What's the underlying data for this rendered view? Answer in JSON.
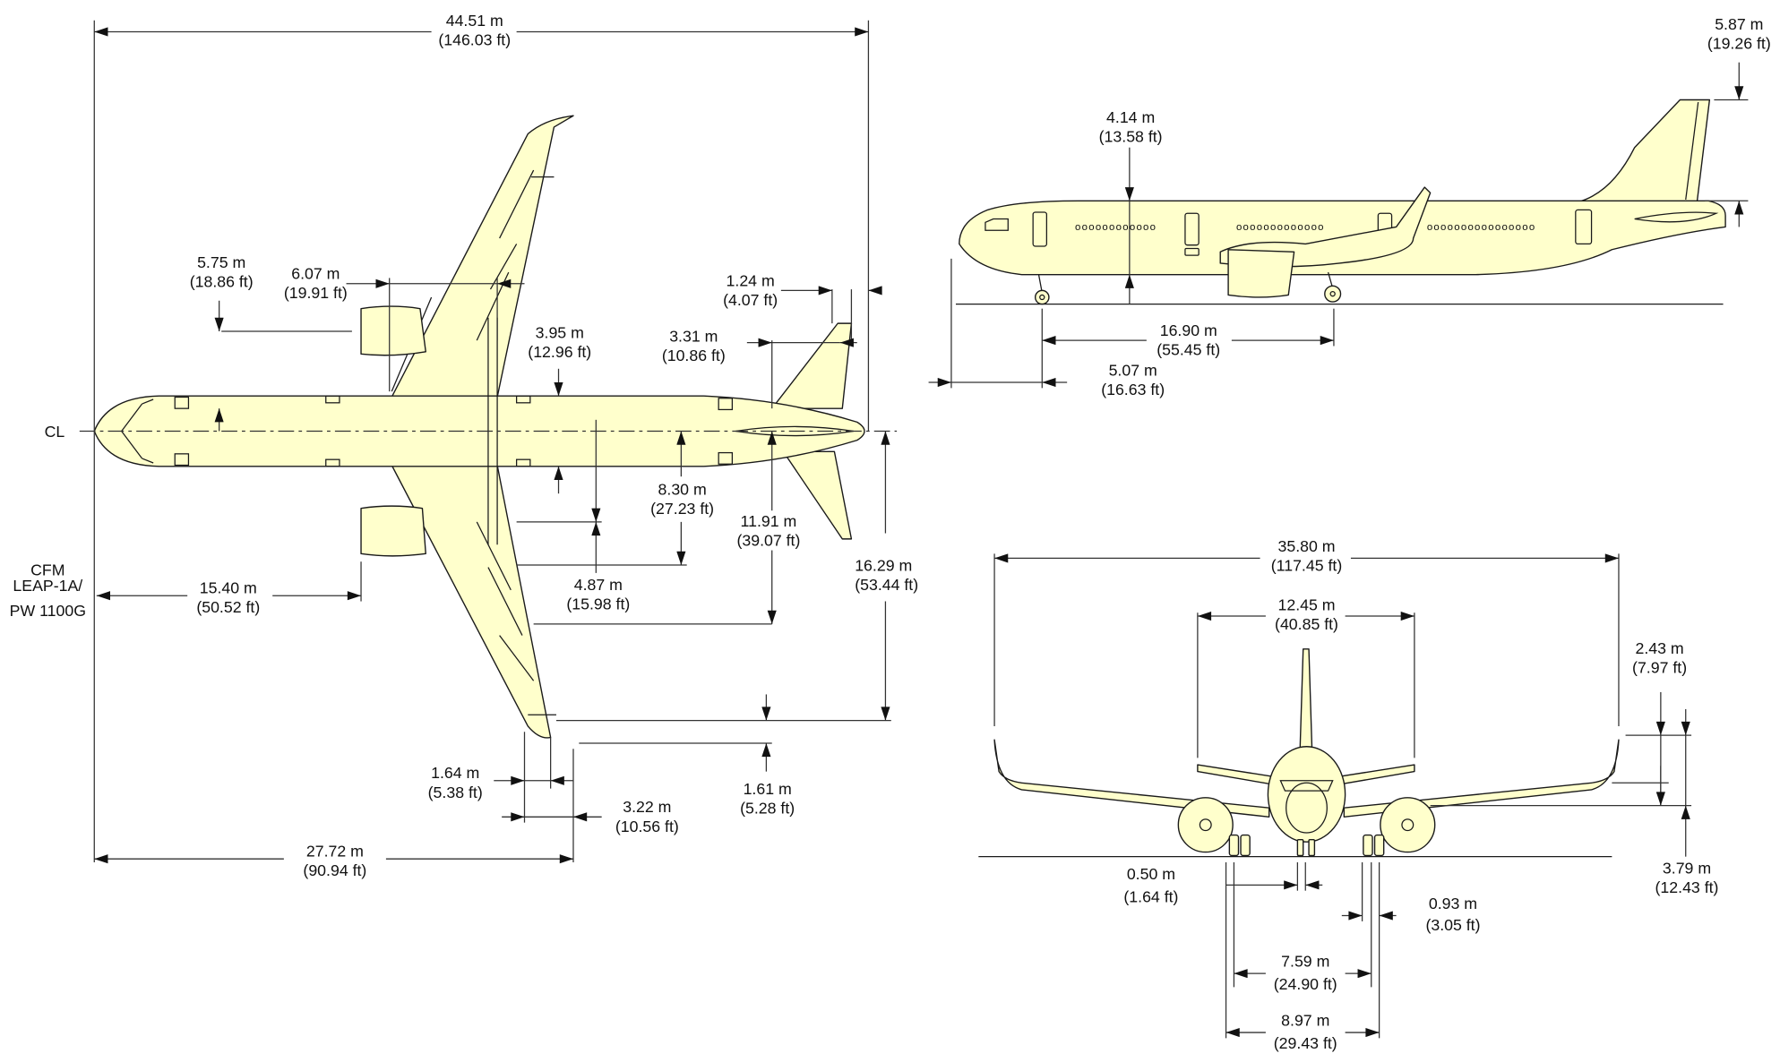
{
  "title": "Airbus A321neo airplane dimensions (top, side and front views)",
  "views": {
    "top": {
      "centerline_symbol": "CL",
      "engine_note": [
        "CFM",
        "LEAP-1A/",
        "PW 1100G"
      ],
      "dimensions": {
        "overall_length": {
          "m": "44.51 m",
          "ft": "(146.03 ft)"
        },
        "engine_offset_from_cl": {
          "m": "5.75 m",
          "ft": "(18.86 ft)"
        },
        "engine_to_wing": {
          "m": "6.07 m",
          "ft": "(19.91 ft)"
        },
        "fuselage_width": {
          "m": "3.95 m",
          "ft": "(12.96 ft)"
        },
        "htail_chord": {
          "m": "3.31 m",
          "ft": "(10.86 ft)"
        },
        "tail_tip_offset": {
          "m": "1.24 m",
          "ft": "(4.07 ft)"
        },
        "flap_half": {
          "m": "8.30 m",
          "ft": "(27.23 ft)"
        },
        "htail_span_half": {
          "m": "11.91 m",
          "ft": "(39.07 ft)"
        },
        "gear_track_offset": {
          "m": "4.87 m",
          "ft": "(15.98 ft)"
        },
        "half_wingspan": {
          "m": "16.29 m",
          "ft": "(53.44 ft)"
        },
        "nose_to_engine": {
          "m": "15.40 m",
          "ft": "(50.52 ft)"
        },
        "wingtip_chord": {
          "m": "1.64 m",
          "ft": "(5.38 ft)"
        },
        "sharklet_width": {
          "m": "1.61 m",
          "ft": "(5.28 ft)"
        },
        "wingtip_le": {
          "m": "3.22 m",
          "ft": "(10.56 ft)"
        },
        "nose_to_wingtip": {
          "m": "27.72 m",
          "ft": "(90.94 ft)"
        }
      }
    },
    "side": {
      "dimensions": {
        "fuselage_height": {
          "m": "4.14 m",
          "ft": "(13.58 ft)"
        },
        "tail_height_above": {
          "m": "5.87 m",
          "ft": "(19.26 ft)"
        },
        "wheelbase": {
          "m": "16.90 m",
          "ft": "(55.45 ft)"
        },
        "nose_to_nosegear": {
          "m": "5.07 m",
          "ft": "(16.63 ft)"
        }
      }
    },
    "front": {
      "dimensions": {
        "wingspan": {
          "m": "35.80 m",
          "ft": "(117.45 ft)"
        },
        "htail_span": {
          "m": "12.45 m",
          "ft": "(40.85 ft)"
        },
        "sharklet_height": {
          "m": "2.43 m",
          "ft": "(7.97 ft)"
        },
        "wing_height": {
          "m": "3.79 m",
          "ft": "(12.43 ft)"
        },
        "nose_gear_track": {
          "m": "0.50 m",
          "ft": "(1.64 ft)"
        },
        "main_gear_wheel": {
          "m": "0.93 m",
          "ft": "(3.05 ft)"
        },
        "main_gear_track": {
          "m": "7.59 m",
          "ft": "(24.90 ft)"
        },
        "main_gear_outer": {
          "m": "8.97 m",
          "ft": "(29.43 ft)"
        }
      }
    }
  },
  "colors": {
    "airframe_fill": "#ffffcc",
    "line": "#1a1a1a",
    "background": "#ffffff"
  }
}
